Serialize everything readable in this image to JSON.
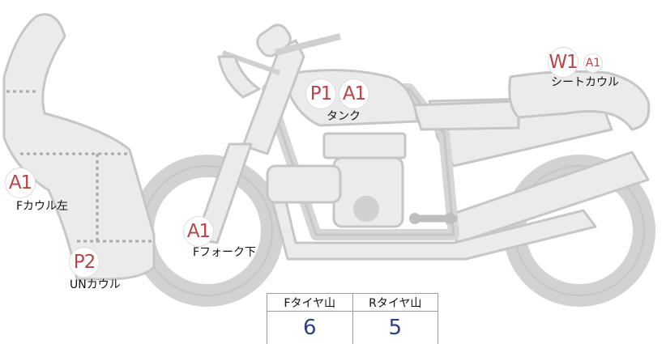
{
  "parts": {
    "fcowl_left": {
      "code": "A1",
      "label": "Fカウル左"
    },
    "un_cowl": {
      "code": "P2",
      "label": "UNカウル"
    },
    "f_fork_lower": {
      "code": "A1",
      "label": "Fフォーク下"
    },
    "tank": {
      "codes": [
        "P1",
        "A1"
      ],
      "label": "タンク"
    },
    "seat_cowl": {
      "code_main": "W1",
      "code_sub": "A1",
      "label": "シートカウル"
    }
  },
  "tire_table": {
    "front_header": "Fタイヤ山",
    "rear_header": "Rタイヤ山",
    "front_value": "6",
    "rear_value": "5"
  },
  "colors": {
    "body_fill": "#ebebeb",
    "outline": "#c6c6c6",
    "code_text": "#b84448",
    "value_text": "#2f3f82"
  }
}
